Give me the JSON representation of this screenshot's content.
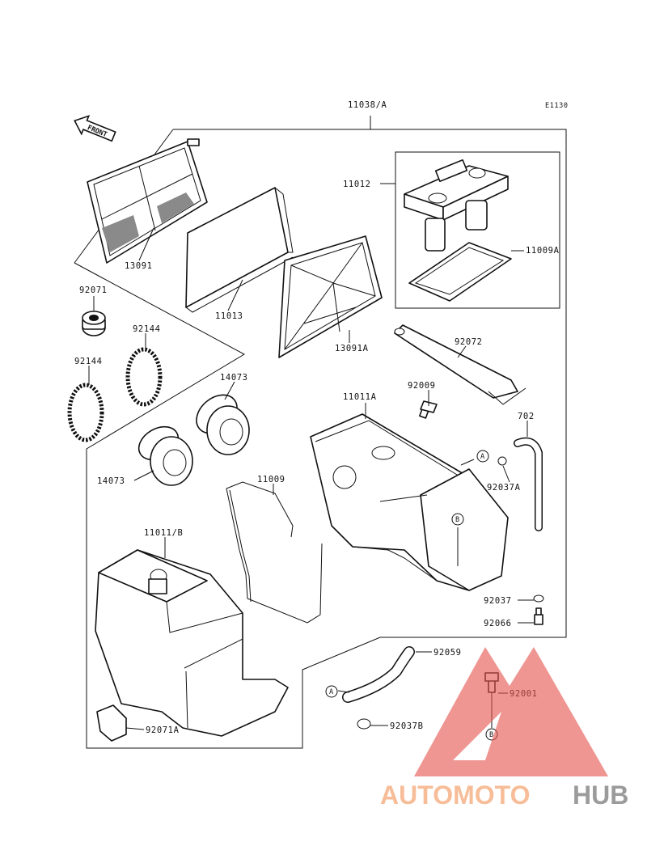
{
  "diagram": {
    "code": "E1130",
    "front_label": "FRONT",
    "labels": [
      "11038/A",
      "11012",
      "11009A",
      "13091",
      "11013",
      "13091A",
      "92071",
      "92144",
      "92144",
      "14073",
      "14073",
      "92072",
      "92009",
      "11011A",
      "702",
      "92037A",
      "11009",
      "11011/B",
      "92037",
      "92066",
      "92059",
      "92001",
      "92037B",
      "92071A"
    ],
    "callouts": [
      "A",
      "B",
      "A",
      "B"
    ]
  },
  "watermark": {
    "part1": "AUTOMOTO",
    "part2": "HUB",
    "color1": "#f6b48a",
    "color2": "#8e8e8e",
    "accent": "#e4544f"
  }
}
